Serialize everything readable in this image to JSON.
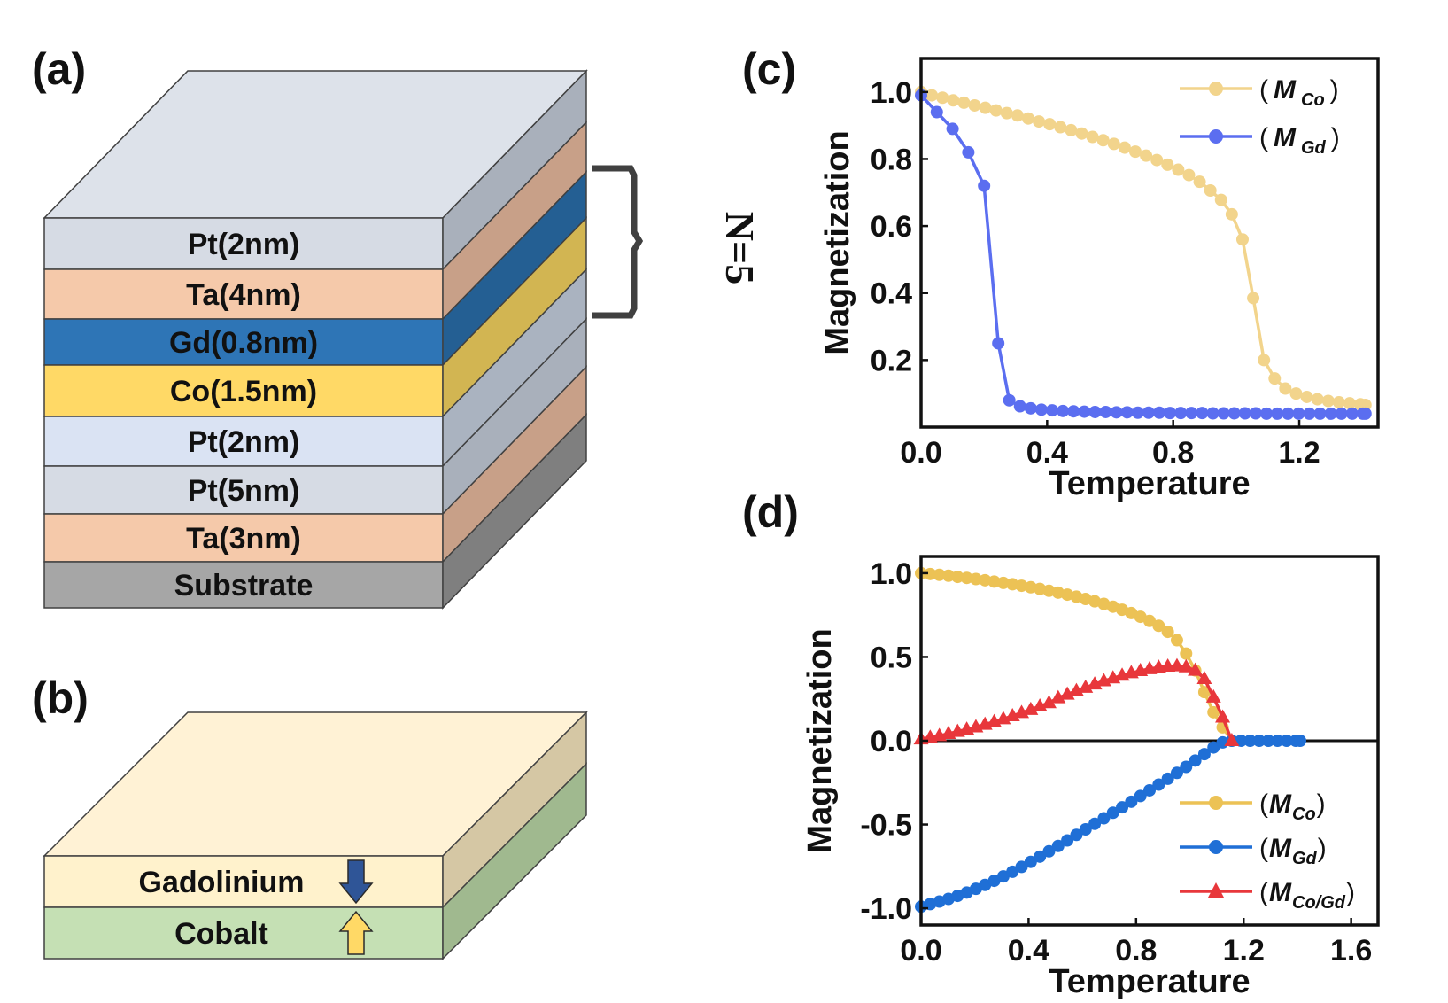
{
  "panels": {
    "a": {
      "label": "(a)",
      "repeat_label": "N=5",
      "layers": [
        {
          "name": "Pt(2nm)",
          "front": "#d6dbe4",
          "side": "#a9b0bb"
        },
        {
          "name": "Ta(4nm)",
          "front": "#f5c9aa",
          "side": "#c8a088"
        },
        {
          "name": "Gd(0.8nm)",
          "front": "#2e75b6",
          "side": "#245f93"
        },
        {
          "name": "Co(1.5nm)",
          "front": "#ffd966",
          "side": "#d2b552"
        },
        {
          "name": "Pt(2nm)",
          "front": "#dae3f3",
          "side": "#aab3c0"
        },
        {
          "name": "Pt(5nm)",
          "front": "#d6dbe4",
          "side": "#a9b0bb"
        },
        {
          "name": "Ta(3nm)",
          "front": "#f5c9aa",
          "side": "#c8a088"
        },
        {
          "name": "Substrate",
          "front": "#a6a6a6",
          "side": "#7f7f7f"
        }
      ],
      "top_color": "#dde2ea"
    },
    "b": {
      "label": "(b)",
      "layers": [
        {
          "name": "Gadolinium",
          "front": "#fff2cc",
          "side": "#d5c7a4",
          "arrow": "down",
          "arrow_color": "#2f5597"
        },
        {
          "name": "Cobalt",
          "front": "#c5e0b4",
          "side": "#a0b98f",
          "arrow": "up",
          "arrow_color": "#ffd966"
        }
      ],
      "top_color": "#fff2d5"
    },
    "c": {
      "label": "(c)"
    },
    "d": {
      "label": "(d)"
    }
  },
  "chart_data": [
    {
      "id": "c",
      "type": "line",
      "xlabel": "Temperature",
      "ylabel": "Magnetization",
      "xlim": [
        0.0,
        1.45
      ],
      "ylim": [
        0.0,
        1.1
      ],
      "xticks": [
        "0.0",
        "0.4",
        "0.8",
        "1.2"
      ],
      "xtick_values": [
        0.0,
        0.4,
        0.8,
        1.2
      ],
      "yticks": [
        "0.2",
        "0.4",
        "0.6",
        "0.8",
        "1.0"
      ],
      "ytick_values": [
        0.2,
        0.4,
        0.6,
        0.8,
        1.0
      ],
      "legend_position": "top-right",
      "series": [
        {
          "name": "(M Co)",
          "legend_main": "M",
          "legend_sub": "Co",
          "color": "#f2d48c",
          "marker": "circle",
          "x": [
            0.0,
            0.034,
            0.068,
            0.102,
            0.136,
            0.17,
            0.204,
            0.238,
            0.272,
            0.306,
            0.34,
            0.374,
            0.408,
            0.442,
            0.476,
            0.51,
            0.544,
            0.578,
            0.612,
            0.646,
            0.68,
            0.714,
            0.748,
            0.782,
            0.816,
            0.85,
            0.884,
            0.918,
            0.952,
            0.986,
            1.02,
            1.054,
            1.088,
            1.122,
            1.156,
            1.19,
            1.224,
            1.258,
            1.292,
            1.326,
            1.36,
            1.394,
            1.41
          ],
          "y": [
            1.0,
            0.99,
            0.983,
            0.975,
            0.968,
            0.96,
            0.953,
            0.945,
            0.937,
            0.93,
            0.921,
            0.912,
            0.904,
            0.895,
            0.886,
            0.876,
            0.866,
            0.856,
            0.845,
            0.834,
            0.822,
            0.81,
            0.797,
            0.783,
            0.768,
            0.752,
            0.732,
            0.706,
            0.678,
            0.635,
            0.56,
            0.385,
            0.2,
            0.145,
            0.115,
            0.1,
            0.09,
            0.083,
            0.078,
            0.074,
            0.071,
            0.068,
            0.066
          ]
        },
        {
          "name": "(M Gd)",
          "legend_main": "M",
          "legend_sub": "Gd",
          "color": "#5b6ef0",
          "marker": "circle",
          "x": [
            0.0,
            0.05,
            0.1,
            0.15,
            0.2,
            0.245,
            0.28,
            0.314,
            0.348,
            0.382,
            0.416,
            0.45,
            0.484,
            0.518,
            0.552,
            0.586,
            0.62,
            0.654,
            0.688,
            0.722,
            0.756,
            0.79,
            0.824,
            0.858,
            0.892,
            0.926,
            0.96,
            0.994,
            1.028,
            1.062,
            1.096,
            1.13,
            1.164,
            1.198,
            1.232,
            1.266,
            1.3,
            1.334,
            1.368,
            1.402,
            1.41
          ],
          "y": [
            0.99,
            0.94,
            0.89,
            0.82,
            0.72,
            0.25,
            0.08,
            0.062,
            0.056,
            0.052,
            0.05,
            0.048,
            0.047,
            0.046,
            0.045,
            0.045,
            0.044,
            0.044,
            0.043,
            0.043,
            0.043,
            0.042,
            0.042,
            0.042,
            0.042,
            0.041,
            0.041,
            0.041,
            0.041,
            0.041,
            0.04,
            0.04,
            0.04,
            0.04,
            0.04,
            0.04,
            0.04,
            0.04,
            0.04,
            0.04,
            0.04
          ]
        }
      ]
    },
    {
      "id": "d",
      "type": "line",
      "xlabel": "Temperature",
      "ylabel": "Magnetization",
      "xlim": [
        0.0,
        1.7
      ],
      "ylim": [
        -1.1,
        1.1
      ],
      "xticks": [
        "0.0",
        "0.4",
        "0.8",
        "1.2",
        "1.6"
      ],
      "xtick_values": [
        0.0,
        0.4,
        0.8,
        1.2,
        1.6
      ],
      "yticks": [
        "-1.0",
        "-0.5",
        "0.0",
        "0.5",
        "1.0"
      ],
      "ytick_values": [
        -1.0,
        -0.5,
        0.0,
        0.5,
        1.0
      ],
      "zero_line": true,
      "legend_position": "bottom-right",
      "series": [
        {
          "name": "(MCo)",
          "legend_main": "M",
          "legend_sub": "Co",
          "color": "#ecc255",
          "marker": "circle",
          "x": [
            0.0,
            0.034,
            0.068,
            0.102,
            0.136,
            0.17,
            0.204,
            0.238,
            0.272,
            0.306,
            0.34,
            0.374,
            0.408,
            0.442,
            0.476,
            0.51,
            0.544,
            0.578,
            0.612,
            0.646,
            0.68,
            0.714,
            0.748,
            0.782,
            0.816,
            0.85,
            0.884,
            0.918,
            0.952,
            0.986,
            1.02,
            1.054,
            1.088,
            1.122,
            1.156
          ],
          "y": [
            1.0,
            0.995,
            0.99,
            0.985,
            0.978,
            0.972,
            0.965,
            0.958,
            0.95,
            0.942,
            0.934,
            0.925,
            0.916,
            0.906,
            0.895,
            0.884,
            0.872,
            0.86,
            0.846,
            0.832,
            0.817,
            0.8,
            0.782,
            0.762,
            0.74,
            0.715,
            0.686,
            0.65,
            0.6,
            0.52,
            0.42,
            0.29,
            0.17,
            0.08,
            0.0
          ]
        },
        {
          "name": "(MGd)",
          "legend_main": "M",
          "legend_sub": "Gd",
          "color": "#1f6fd6",
          "marker": "circle",
          "x": [
            0.0,
            0.034,
            0.068,
            0.102,
            0.136,
            0.17,
            0.204,
            0.238,
            0.272,
            0.306,
            0.34,
            0.374,
            0.408,
            0.442,
            0.476,
            0.51,
            0.544,
            0.578,
            0.612,
            0.646,
            0.68,
            0.714,
            0.748,
            0.782,
            0.816,
            0.85,
            0.884,
            0.918,
            0.952,
            0.986,
            1.02,
            1.054,
            1.088,
            1.122,
            1.156,
            1.19,
            1.224,
            1.258,
            1.292,
            1.326,
            1.36,
            1.394,
            1.41
          ],
          "y": [
            -0.99,
            -0.975,
            -0.96,
            -0.944,
            -0.926,
            -0.906,
            -0.884,
            -0.861,
            -0.836,
            -0.81,
            -0.782,
            -0.753,
            -0.723,
            -0.692,
            -0.66,
            -0.628,
            -0.595,
            -0.562,
            -0.529,
            -0.496,
            -0.463,
            -0.43,
            -0.397,
            -0.364,
            -0.33,
            -0.296,
            -0.262,
            -0.227,
            -0.192,
            -0.156,
            -0.118,
            -0.08,
            -0.04,
            -0.01,
            0.0,
            0.0,
            0.0,
            0.0,
            0.0,
            0.0,
            0.0,
            0.0,
            0.0
          ]
        },
        {
          "name": "(MCo/Gd)",
          "legend_main": "M",
          "legend_sub": "Co/Gd",
          "color": "#e8373b",
          "marker": "triangle",
          "x": [
            0.0,
            0.034,
            0.068,
            0.102,
            0.136,
            0.17,
            0.204,
            0.238,
            0.272,
            0.306,
            0.34,
            0.374,
            0.408,
            0.442,
            0.476,
            0.51,
            0.544,
            0.578,
            0.612,
            0.646,
            0.68,
            0.714,
            0.748,
            0.782,
            0.816,
            0.85,
            0.884,
            0.918,
            0.952,
            0.986,
            1.02,
            1.054,
            1.088,
            1.122,
            1.156
          ],
          "y": [
            0.01,
            0.02,
            0.03,
            0.042,
            0.055,
            0.068,
            0.082,
            0.097,
            0.113,
            0.13,
            0.148,
            0.167,
            0.186,
            0.206,
            0.226,
            0.256,
            0.277,
            0.298,
            0.318,
            0.338,
            0.357,
            0.374,
            0.39,
            0.405,
            0.418,
            0.429,
            0.438,
            0.444,
            0.446,
            0.44,
            0.42,
            0.37,
            0.26,
            0.14,
            0.0
          ]
        }
      ]
    }
  ]
}
